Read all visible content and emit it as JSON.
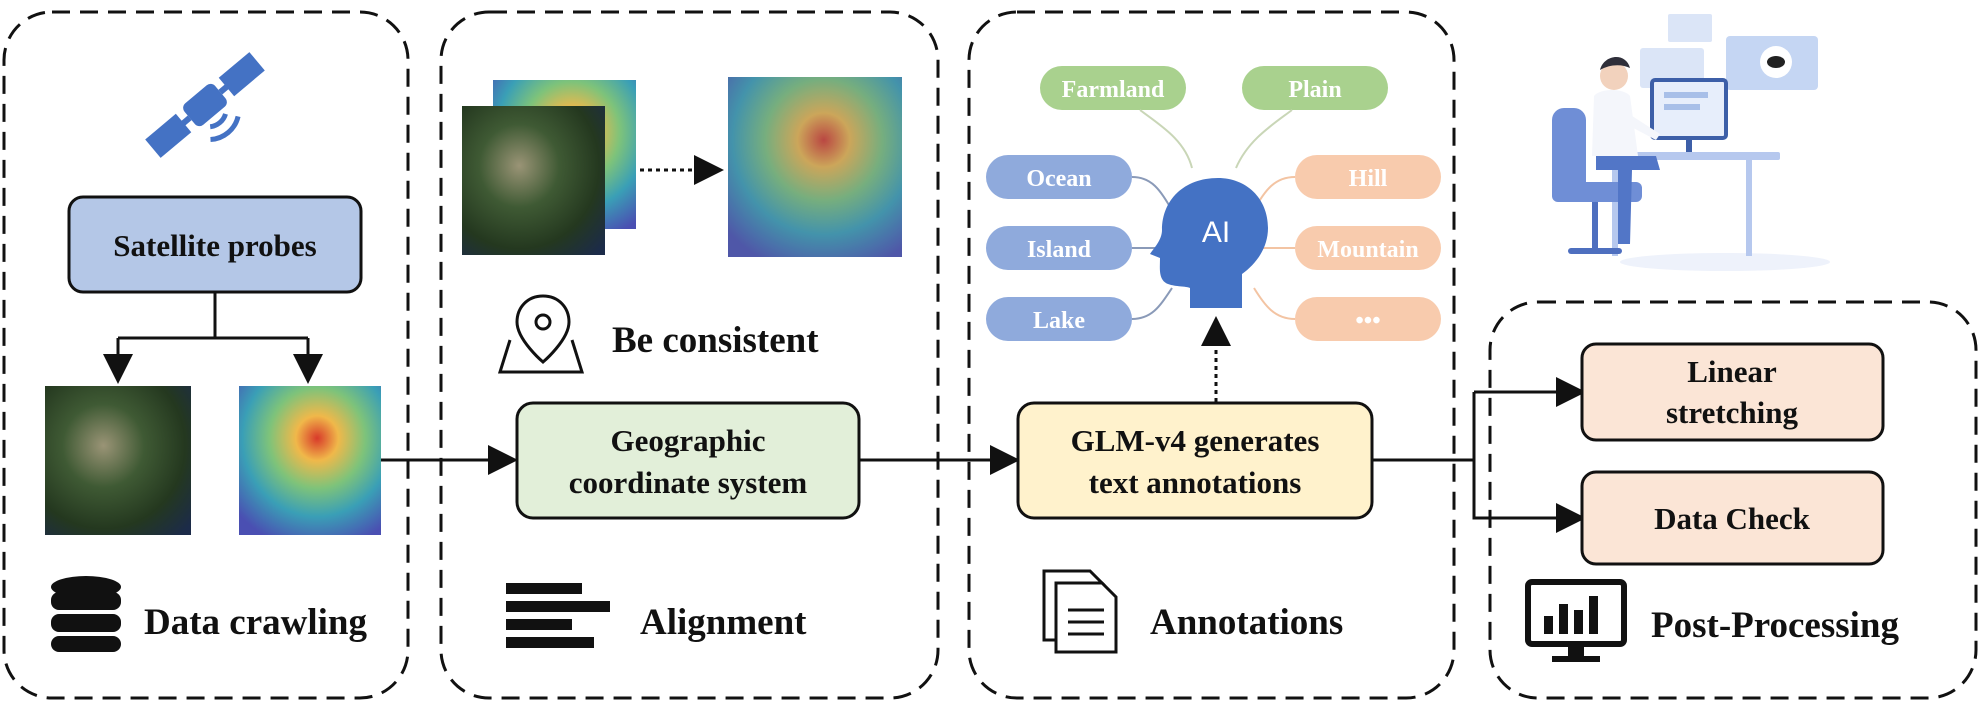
{
  "panels": {
    "crawling": {
      "source_label": "Satellite probes",
      "footer": "Data crawling"
    },
    "alignment": {
      "location_label": "Be consistent",
      "process_label": [
        "Geographic",
        "coordinate system"
      ],
      "footer": "Alignment"
    },
    "annotations": {
      "tags_top": [
        "Farmland",
        "Plain"
      ],
      "tags_left": [
        "Ocean",
        "Island",
        "Lake"
      ],
      "tags_right": [
        "Hill",
        "Mountain",
        "•••"
      ],
      "ai_label": "AI",
      "process_label": [
        "GLM-v4 generates",
        "text annotations"
      ],
      "footer": "Annotations"
    },
    "postprocessing": {
      "steps": [
        {
          "lines": [
            "Linear",
            "stretching"
          ]
        },
        {
          "lines": [
            "Data Check"
          ]
        }
      ],
      "footer": "Post-Processing"
    }
  },
  "colors": {
    "blue_box": "#b4c7e7",
    "green_box": "#e2efd9",
    "yellow_box": "#fff2cc",
    "peach_box": "#fbe5d6",
    "tag_green": "#a9d18e",
    "tag_blue": "#8faadc",
    "tag_peach": "#f8cbad",
    "icon_blue": "#4472c4"
  },
  "icons": [
    "satellite-icon",
    "database-icon",
    "map-pin-icon",
    "align-lines-icon",
    "documents-icon",
    "ai-head-icon",
    "monitor-chart-icon",
    "person-at-desk-illustration"
  ]
}
